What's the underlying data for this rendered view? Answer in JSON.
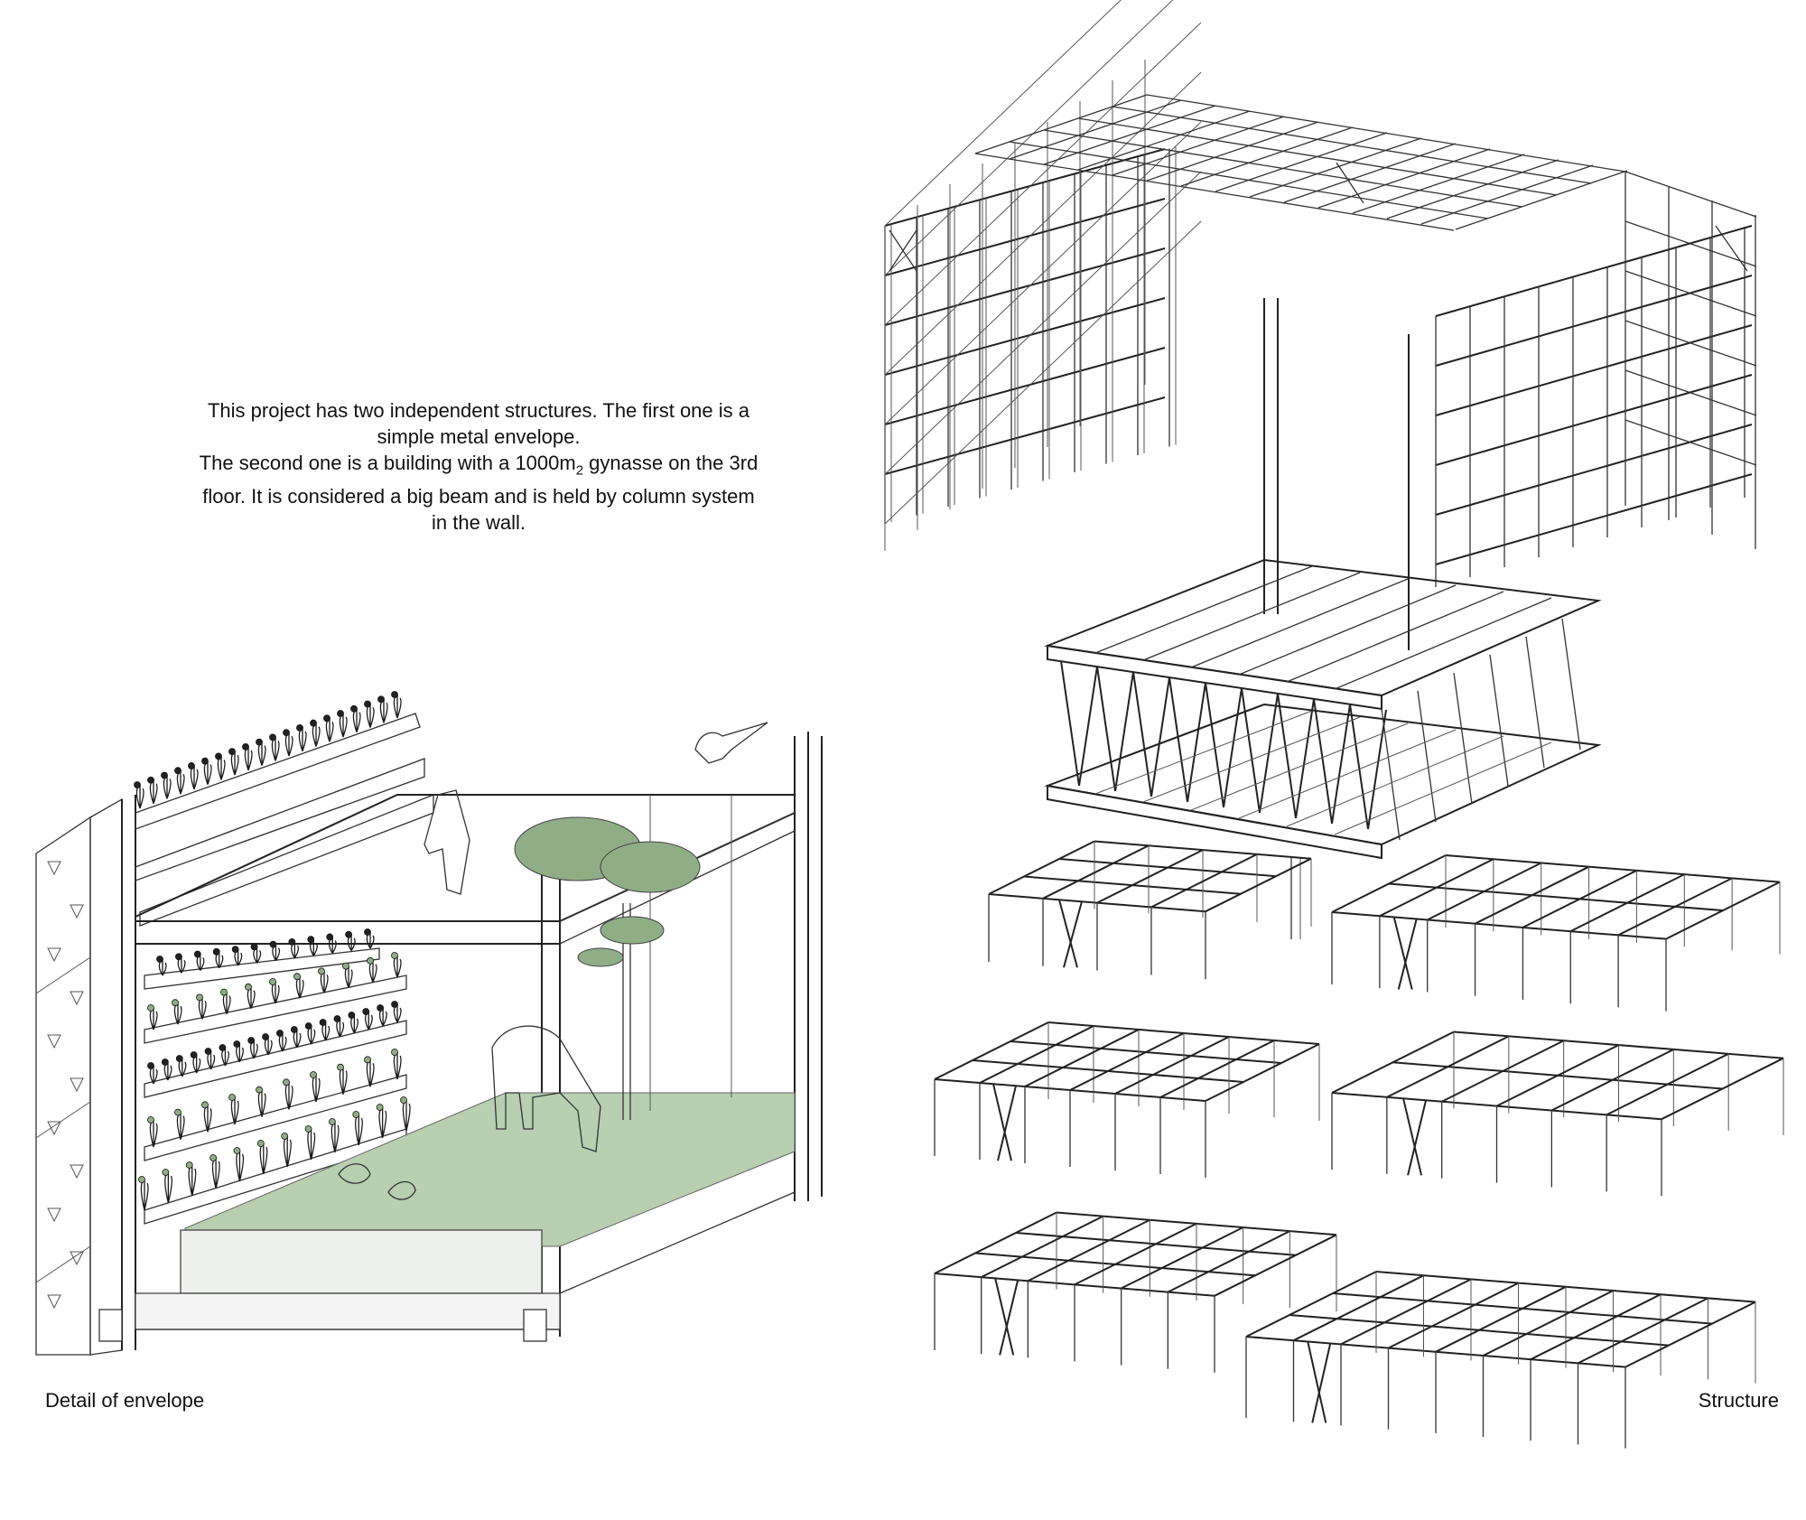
{
  "description": {
    "line1": "This project has two independent structures. The first one is a",
    "line2": "simple metal envelope.",
    "line3_before": "The second one is a building with a 1000m",
    "line3_sub": "2",
    "line3_after": " gynasse on the 3rd",
    "line4": "floor. It is considered a big beam and is held by column system",
    "line5": "in the wall."
  },
  "captions": {
    "left": "Detail of envelope",
    "right": "Structure"
  },
  "colors": {
    "line": "#222222",
    "grass": "#b8cfb0",
    "foliage": "#8fae85"
  }
}
